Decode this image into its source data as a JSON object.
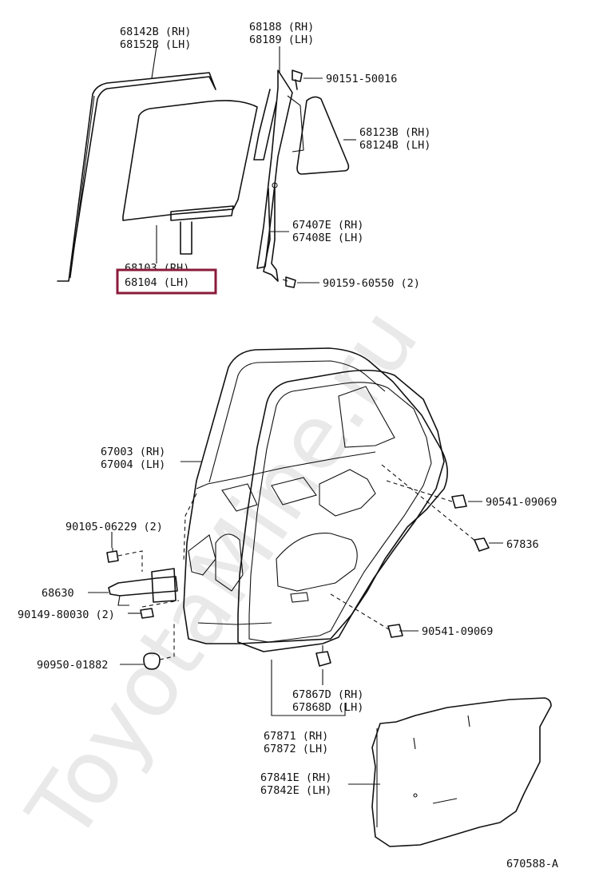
{
  "watermark": "ToyotaMine.ru",
  "highlight_color": "#8b1a3a",
  "diagram_code": "670588-A",
  "labels": {
    "l68142b": "68142B (RH)",
    "l68152b": "68152B (LH)",
    "l68188": "68188 (RH)",
    "l68189": "68189 (LH)",
    "l90151": "90151-50016",
    "l68123b": "68123B (RH)",
    "l68124b": "68124B (LH)",
    "l67407e": "67407E (RH)",
    "l67408e": "67408E (LH)",
    "l68103": "68103 (RH)",
    "l68104": "68104 (LH)",
    "l90159": "90159-60550 (2)",
    "l67003": "67003 (RH)",
    "l67004": "67004 (LH)",
    "l90541a": "90541-09069",
    "l90105": "90105-06229 (2)",
    "l67836": "67836",
    "l68630": "68630",
    "l90149": "90149-80030 (2)",
    "l90541b": "90541-09069",
    "l90950": "90950-01882",
    "l67867d": "67867D (RH)",
    "l67868d": "67868D (LH)",
    "l67871": "67871 (RH)",
    "l67872": "67872 (LH)",
    "l67841e": "67841E (RH)",
    "l67842e": "67842E (LH)"
  }
}
